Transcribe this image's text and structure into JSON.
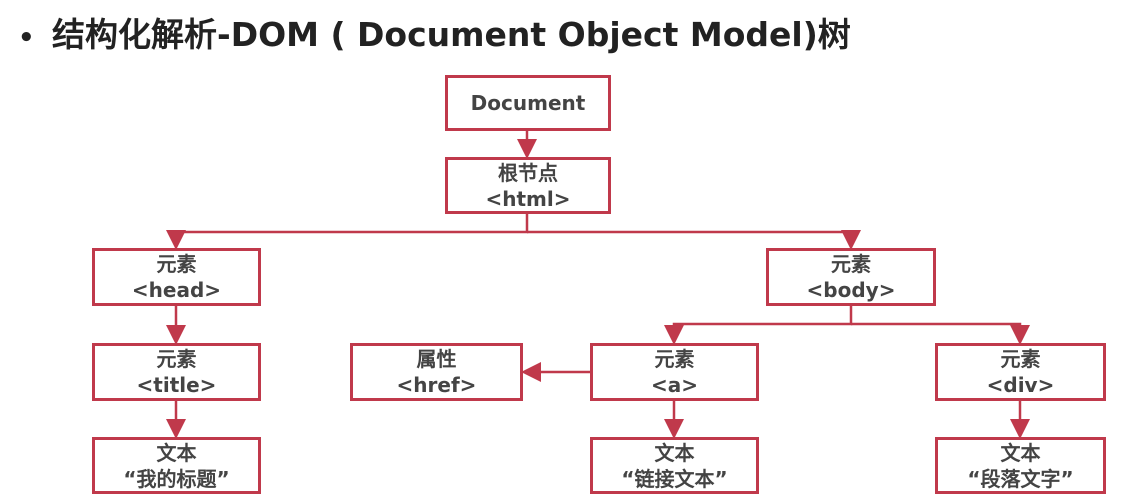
{
  "title": "结构化解析-DOM ( Document Object Model)树",
  "bullet": "•",
  "nodes": {
    "document": {
      "line1": "Document"
    },
    "html": {
      "line1": "根节点",
      "line2": "<html>"
    },
    "head": {
      "line1": "元素",
      "line2": "<head>"
    },
    "body": {
      "line1": "元素",
      "line2": "<body>"
    },
    "title": {
      "line1": "元素",
      "line2": "<title>"
    },
    "href": {
      "line1": "属性",
      "line2": "<href>"
    },
    "a": {
      "line1": "元素",
      "line2": "<a>"
    },
    "div": {
      "line1": "元素",
      "line2": "<div>"
    },
    "text_title": {
      "line1": "文本",
      "line2": "“我的标题”"
    },
    "text_a": {
      "line1": "文本",
      "line2": "“链接文本”"
    },
    "text_div": {
      "line1": "文本",
      "line2": "“段落文字”"
    }
  },
  "colors": {
    "border": "#c0394b",
    "text": "#444444"
  }
}
